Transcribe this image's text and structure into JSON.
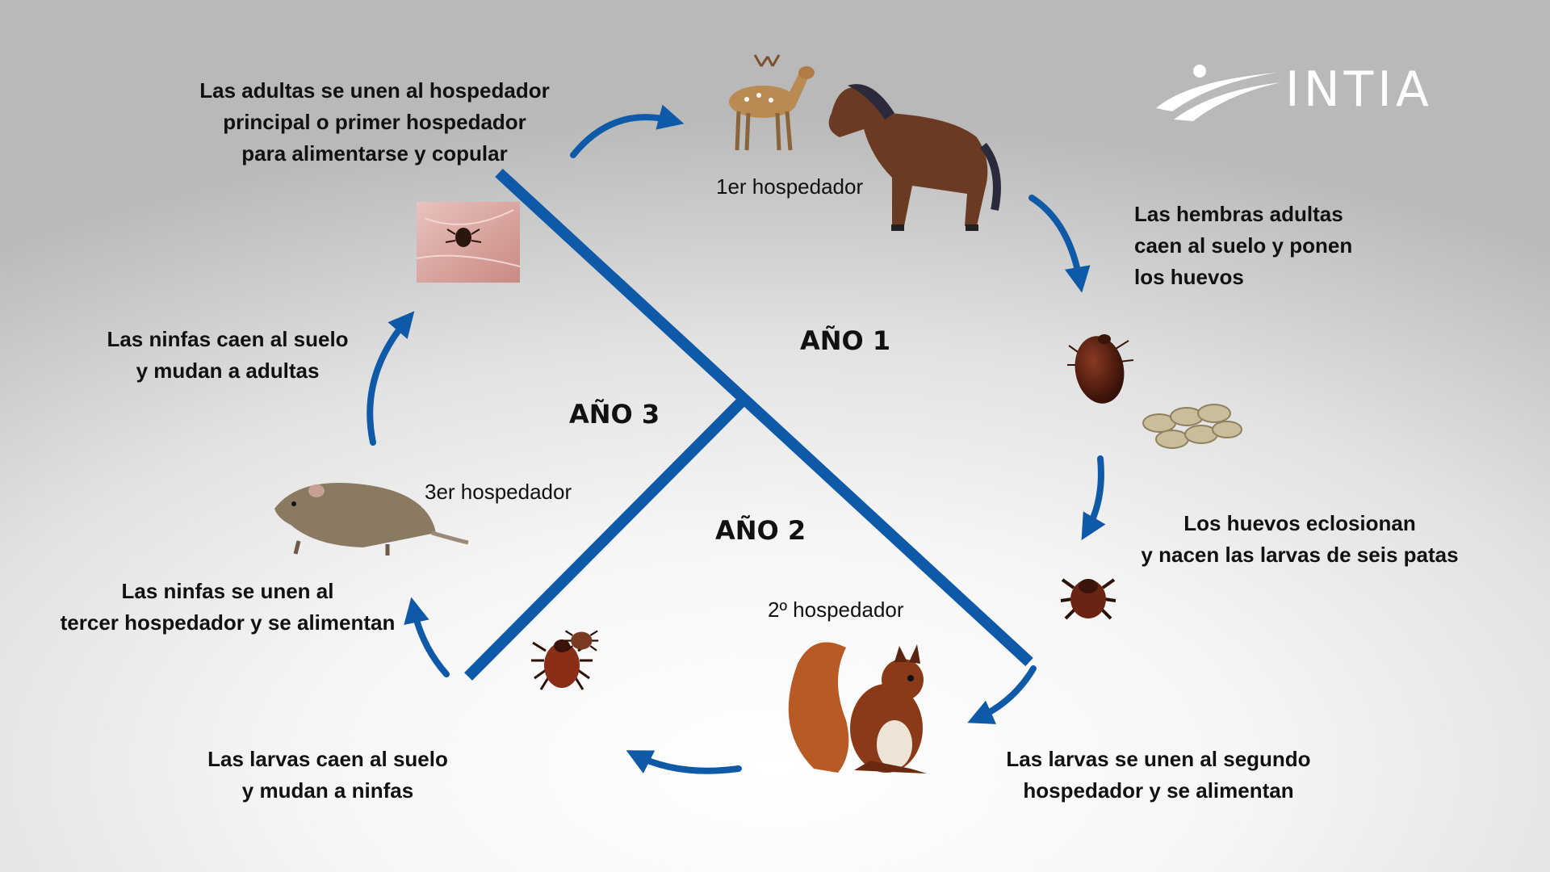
{
  "logo": {
    "text": "INTIA"
  },
  "years": {
    "y1": "AÑO 1",
    "y2": "AÑO 2",
    "y3": "AÑO 3"
  },
  "hosts": {
    "first": "1er hospedador",
    "second": "2º hospedador",
    "third": "3er hospedador"
  },
  "steps": {
    "adults_attach": "Las adultas se unen al hospedador\nprincipal o primer hospedador\npara alimentarse y copular",
    "females_drop": "Las hembras adultas\ncaen al suelo y ponen\nlos huevos",
    "eggs_hatch": "Los huevos eclosionan\ny nacen las larvas de seis patas",
    "larvae_attach": "Las larvas se unen al segundo\nhospedador y se alimentan",
    "larvae_drop": "Las larvas caen al suelo\ny mudan a ninfas",
    "nymphs_attach": "Las ninfas se unen al\ntercer hospedador y se alimentan",
    "nymphs_drop": "Las ninfas caen al suelo\ny mudan a adultas"
  },
  "colors": {
    "accent": "#0f5aa8",
    "tick": "#5a1d10",
    "logo": "#ffffff"
  },
  "icons": [
    "deer-icon",
    "horse-icon",
    "tick-on-skin-icon",
    "engorged-tick-icon",
    "eggs-icon",
    "larva-tick-icon",
    "squirrel-icon",
    "nymph-tick-icon",
    "rat-icon",
    "intia-logo-icon"
  ]
}
